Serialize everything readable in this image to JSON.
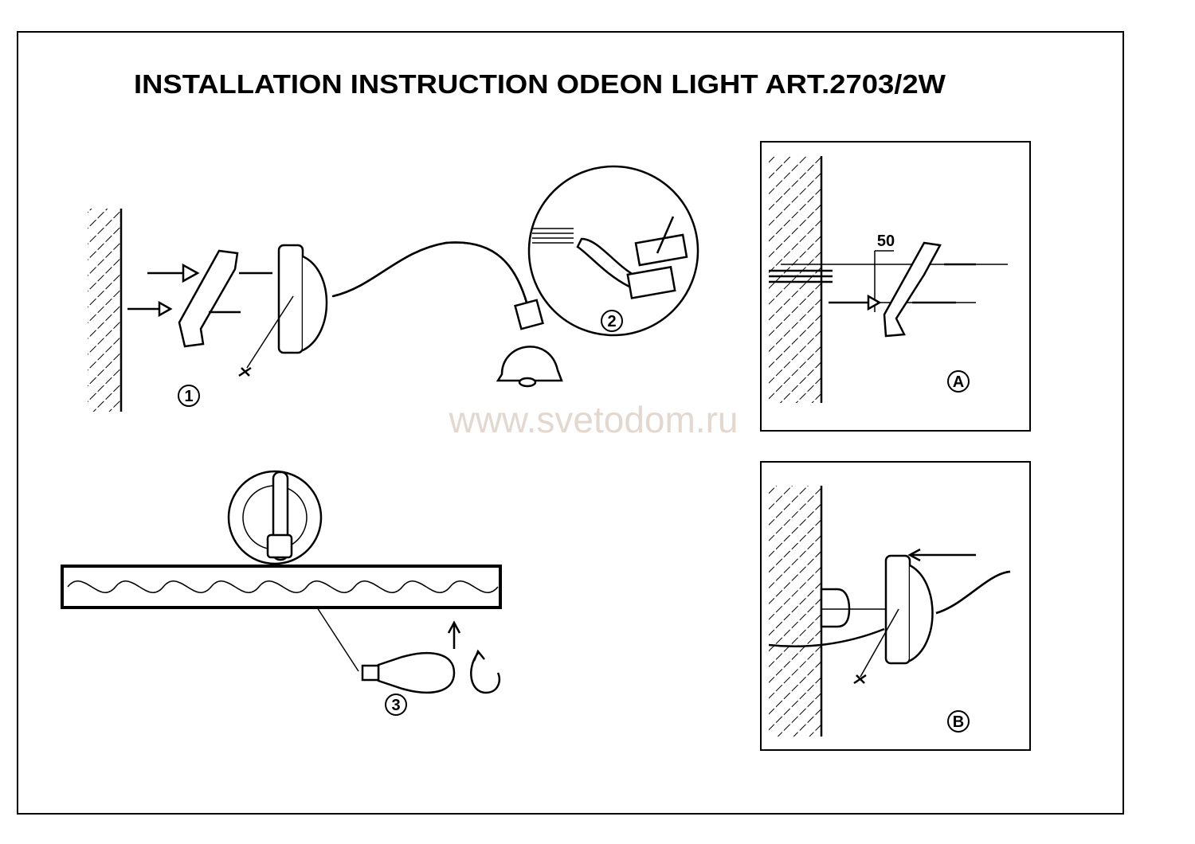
{
  "title": "INSTALLATION INSTRUCTION ODEON LIGHT ART.2703/2W",
  "watermark": "www.svetodom.ru",
  "steps": {
    "step1": "1",
    "step2": "2",
    "step3": "3"
  },
  "details": {
    "a": {
      "label": "A",
      "dimension": "50"
    },
    "b": {
      "label": "B"
    }
  }
}
